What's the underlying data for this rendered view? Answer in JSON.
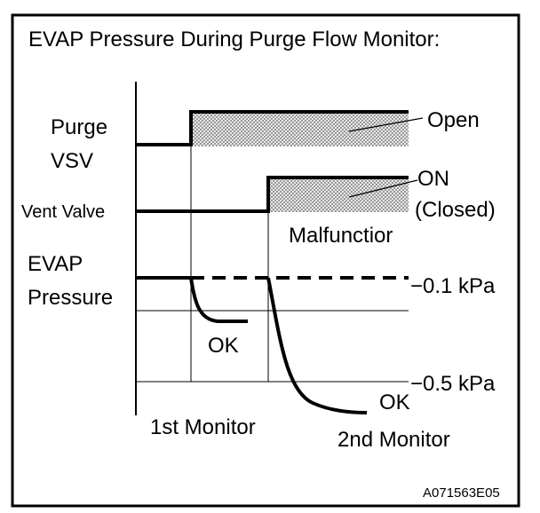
{
  "diagram": {
    "title": "EVAP Pressure During Purge Flow Monitor:",
    "rows": {
      "purge_vsv": {
        "line1": "Purge",
        "line2": "VSV",
        "state_label": "Open"
      },
      "vent_valve": {
        "label": "Vent Valve",
        "state_line1": "ON",
        "state_line2": "(Closed)",
        "note": "Malfunctior"
      },
      "evap_pressure": {
        "line1": "EVAP",
        "line2": "Pressure"
      }
    },
    "pressure_levels": {
      "high": "−0.1 kPa",
      "low": "−0.5 kPa"
    },
    "results": {
      "first": "OK",
      "second": "OK"
    },
    "phases": {
      "first": "1st Monitor",
      "second": "2nd Monitor"
    },
    "figure_code": "A071563E05",
    "colors": {
      "line": "#000000",
      "background": "#ffffff",
      "hatch": "#9a9a9a"
    }
  }
}
